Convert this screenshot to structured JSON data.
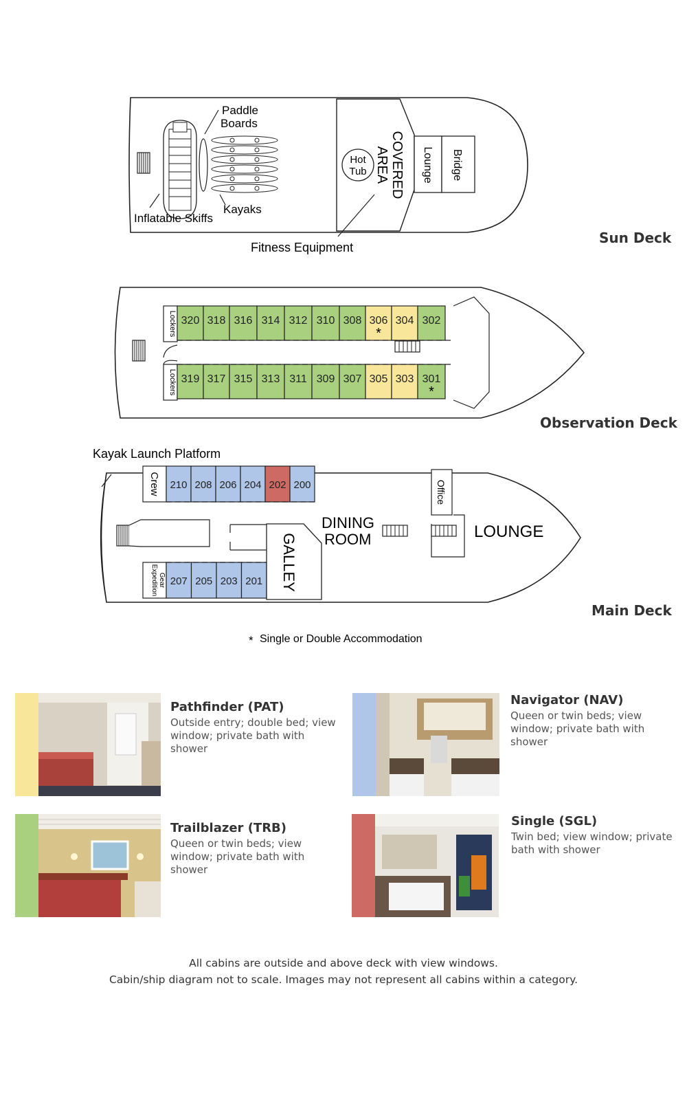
{
  "colors": {
    "pathfinder": "#f8e79a",
    "navigator": "#b0c6e8",
    "trailblazer": "#a8d07e",
    "single": "#cd6a64"
  },
  "sun_deck": {
    "name": "Sun Deck",
    "paddle_boards": [
      "Paddle",
      "Boards"
    ],
    "inflatable_skiffs": "Inflatable Skiffs",
    "kayaks": "Kayaks",
    "hot_tub": [
      "Hot",
      "Tub"
    ],
    "covered_area": [
      "COVERED",
      "AREA"
    ],
    "lounge": "Lounge",
    "bridge": "Bridge",
    "fitness_equipment": "Fitness Equipment"
  },
  "observation_deck": {
    "name": "Observation Deck",
    "lockers": "Lockers",
    "starboard_cabins": [
      {
        "number": "320",
        "category": "trailblazer"
      },
      {
        "number": "318",
        "category": "trailblazer"
      },
      {
        "number": "316",
        "category": "trailblazer"
      },
      {
        "number": "314",
        "category": "trailblazer"
      },
      {
        "number": "312",
        "category": "trailblazer"
      },
      {
        "number": "310",
        "category": "trailblazer"
      },
      {
        "number": "308",
        "category": "trailblazer"
      },
      {
        "number": "306",
        "category": "pathfinder",
        "single_or_double": true
      },
      {
        "number": "304",
        "category": "pathfinder"
      },
      {
        "number": "302",
        "category": "trailblazer"
      }
    ],
    "port_cabins": [
      {
        "number": "319",
        "category": "trailblazer"
      },
      {
        "number": "317",
        "category": "trailblazer"
      },
      {
        "number": "315",
        "category": "trailblazer"
      },
      {
        "number": "313",
        "category": "trailblazer"
      },
      {
        "number": "311",
        "category": "trailblazer"
      },
      {
        "number": "309",
        "category": "trailblazer"
      },
      {
        "number": "307",
        "category": "trailblazer"
      },
      {
        "number": "305",
        "category": "pathfinder"
      },
      {
        "number": "303",
        "category": "pathfinder"
      },
      {
        "number": "301",
        "category": "trailblazer",
        "single_or_double": true
      }
    ]
  },
  "main_deck": {
    "name": "Main Deck",
    "kayak_launch_platform": "Kayak Launch Platform",
    "crew": "Crew",
    "expedition_gear": [
      "Expedition",
      "Gear"
    ],
    "starboard_cabins": [
      {
        "number": "210",
        "category": "navigator"
      },
      {
        "number": "208",
        "category": "navigator"
      },
      {
        "number": "206",
        "category": "navigator"
      },
      {
        "number": "204",
        "category": "navigator"
      },
      {
        "number": "202",
        "category": "single"
      },
      {
        "number": "200",
        "category": "navigator"
      }
    ],
    "port_cabins": [
      {
        "number": "207",
        "category": "navigator"
      },
      {
        "number": "205",
        "category": "navigator"
      },
      {
        "number": "203",
        "category": "navigator"
      },
      {
        "number": "201",
        "category": "navigator"
      }
    ],
    "galley": "GALLEY",
    "dining_room": [
      "DINING",
      "ROOM"
    ],
    "office": "Office",
    "lounge": "LOUNGE"
  },
  "legend": {
    "asterisk": "*",
    "single_or_double": "Single or Double Accommodation"
  },
  "categories": [
    {
      "key": "pathfinder",
      "title": "Pathfinder (PAT)",
      "description": "Outside entry; double bed; view window; private bath with shower"
    },
    {
      "key": "navigator",
      "title": "Navigator (NAV)",
      "description": "Queen or twin beds; view window; private bath with shower"
    },
    {
      "key": "trailblazer",
      "title": "Trailblazer (TRB)",
      "description": "Queen or twin beds; view window; private bath with shower"
    },
    {
      "key": "single",
      "title": "Single (SGL)",
      "description": "Twin bed; view window; private bath with shower"
    }
  ],
  "footer": {
    "line1": "All cabins are outside and above deck with view windows.",
    "line2": "Cabin/ship diagram not to scale. Images may not represent all cabins within a category."
  }
}
